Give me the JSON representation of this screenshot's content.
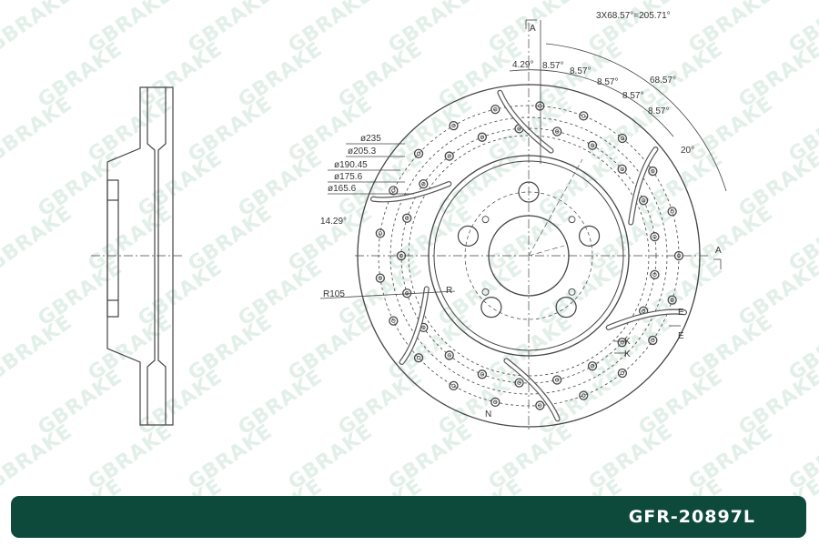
{
  "watermark_text": "GBRAKE",
  "labels": {
    "angle_total": "3X68.57°=205.71°",
    "section_a_top": "A",
    "section_a_right": "A",
    "angle_429": "4.29°",
    "angle_857_a": "8.57°",
    "angle_857_b": "8.57°",
    "angle_857_c": "8.57°",
    "angle_857_d": "8.57°",
    "angle_857_e": "8.57°",
    "angle_6857": "68.57°",
    "angle_20": "20°",
    "d235": "ø235",
    "d2053": "ø205.3",
    "d19045": "ø190.45",
    "d1756": "ø175.6",
    "d1656": "ø165.6",
    "angle_1429": "14.29°",
    "r105": "R105",
    "r_small": "R",
    "mark_e1": "E",
    "mark_e2": "E",
    "mark_k1": "K",
    "mark_k2": "K",
    "mark_n": "N"
  },
  "part_number": "GFR-20897L",
  "colors": {
    "brand_bar": "#0d4a3c",
    "watermark": "#e3efe9",
    "line": "#444444"
  }
}
